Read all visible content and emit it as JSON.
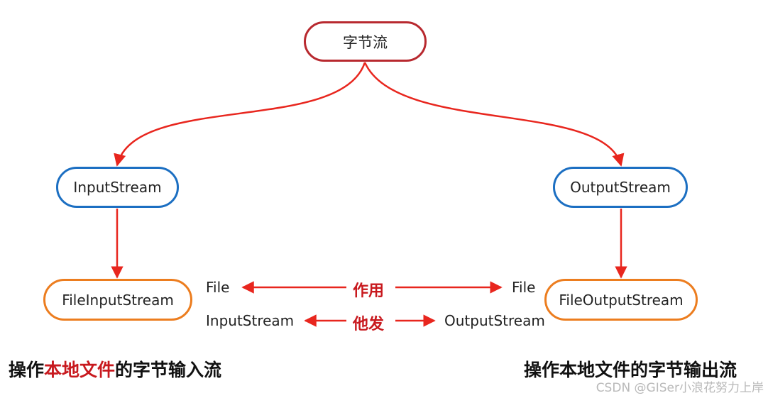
{
  "nodes": {
    "root": "字节流",
    "input_stream": "InputStream",
    "output_stream": "OutputStream",
    "file_input_stream": "FileInputStream",
    "file_output_stream": "FileOutputStream"
  },
  "relations": {
    "row1": {
      "left": "File",
      "center": "作用",
      "right": "File"
    },
    "row2": {
      "left": "InputStream",
      "center": "他发",
      "right": "OutputStream"
    }
  },
  "captions": {
    "left": {
      "prefix": "操作",
      "highlight": "本地文件",
      "suffix": "的字节输入流"
    },
    "right": "操作本地文件的字节输出流"
  },
  "watermark": "CSDN @GISer小浪花努力上岸",
  "colors": {
    "arrow_red": "#e8261e",
    "root_border": "#b8292f",
    "abstract_border": "#1c6fc2",
    "concrete_border": "#ec7d1f",
    "highlight_red": "#c8191e"
  }
}
